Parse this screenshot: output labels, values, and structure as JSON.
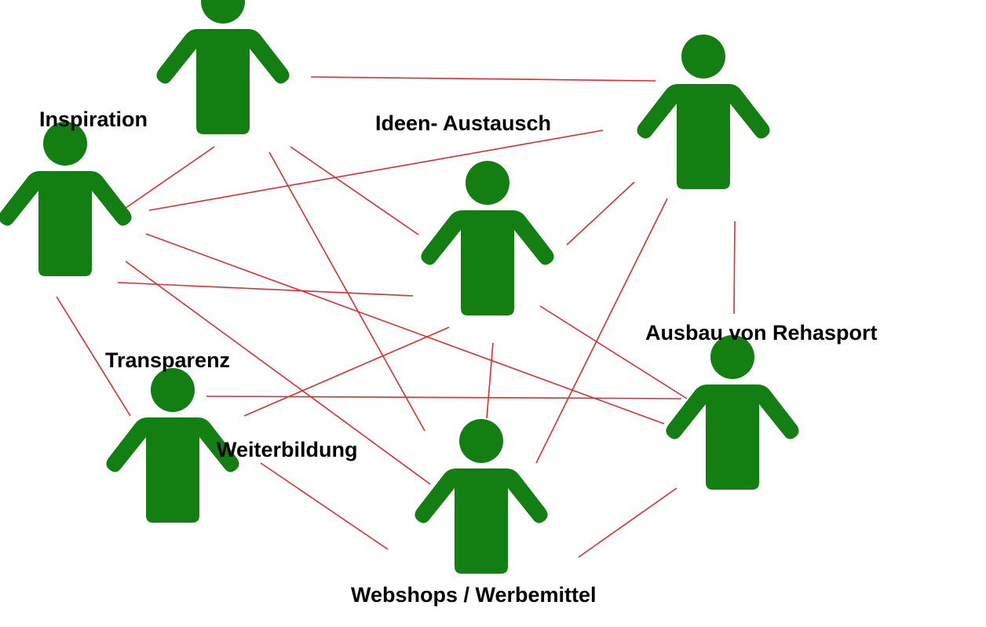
{
  "colors": {
    "person": "#137f13",
    "connection": "#dc2f2f",
    "text": "#000000",
    "background": "#ffffff"
  },
  "labels": {
    "inspiration": "Inspiration",
    "ideen_austausch": "Ideen- Austausch",
    "transparenz": "Transparenz",
    "weiterbildung": "Weiterbildung",
    "ausbau_rehasport": "Ausbau von Rehasport",
    "webshops": "Webshops / Werbemittel"
  },
  "icons": {
    "person": "person-icon",
    "count": 7
  }
}
